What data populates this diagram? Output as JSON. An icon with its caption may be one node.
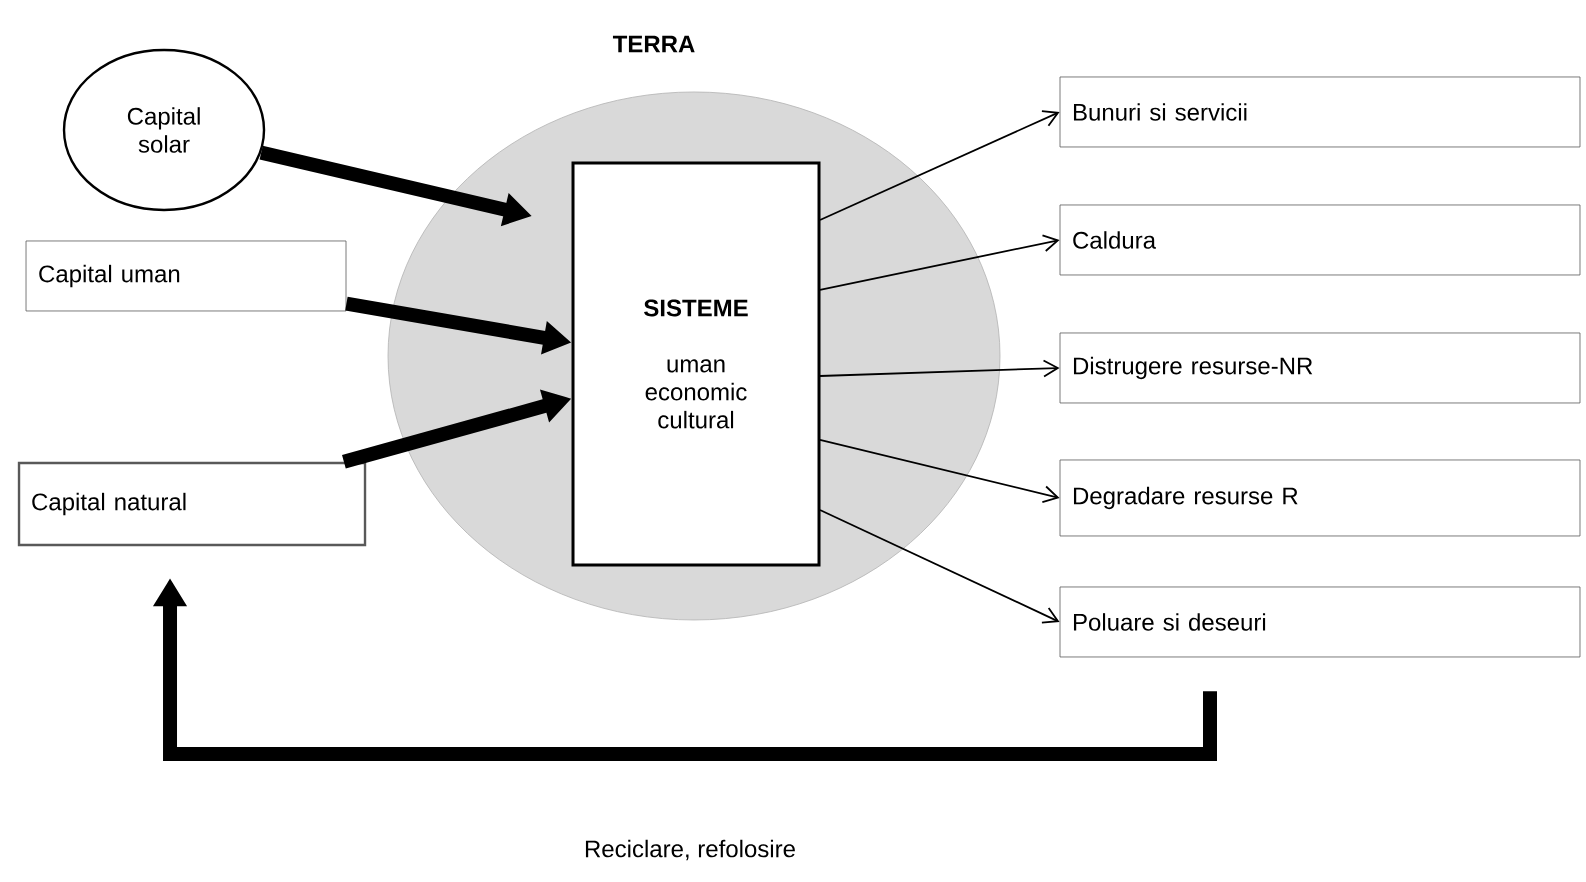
{
  "diagram": {
    "nodes": [
      {
        "text": [
          "Capital solar"
        ]
      },
      {
        "text": [
          "Capital uman"
        ]
      },
      {
        "text": [
          "Capital natural"
        ]
      },
      {
        "text": [
          "TERRA"
        ]
      },
      {
        "text": [
          "SISTEME",
          "uman economic cultural"
        ],
        "in": 3
      },
      {
        "text": [
          "Bunuri si servicii"
        ]
      },
      {
        "text": [
          "Caldura"
        ]
      },
      {
        "text": [
          "Distrugere resurse-NR"
        ]
      },
      {
        "text": [
          "Degradare resurse R"
        ]
      },
      {
        "text": [
          "Poluare si deseuri"
        ]
      }
    ],
    "edges": [
      {
        "from": 0,
        "to": 4,
        "arrow": "to",
        "style": "thick"
      },
      {
        "from": 1,
        "to": 4,
        "arrow": "to",
        "style": "thick"
      },
      {
        "from": 2,
        "to": 4,
        "arrow": "to",
        "style": "thick"
      },
      {
        "from": 4,
        "to": 5,
        "arrow": "to"
      },
      {
        "from": 4,
        "to": 6,
        "arrow": "to"
      },
      {
        "from": 4,
        "to": 7,
        "arrow": "to"
      },
      {
        "from": 4,
        "to": 8,
        "arrow": "to"
      },
      {
        "from": 4,
        "to": 9,
        "arrow": "to"
      },
      {
        "from": 9,
        "to": 2,
        "arrow": "to",
        "style": "thick",
        "label": "Reciclare, refolosire"
      }
    ]
  }
}
